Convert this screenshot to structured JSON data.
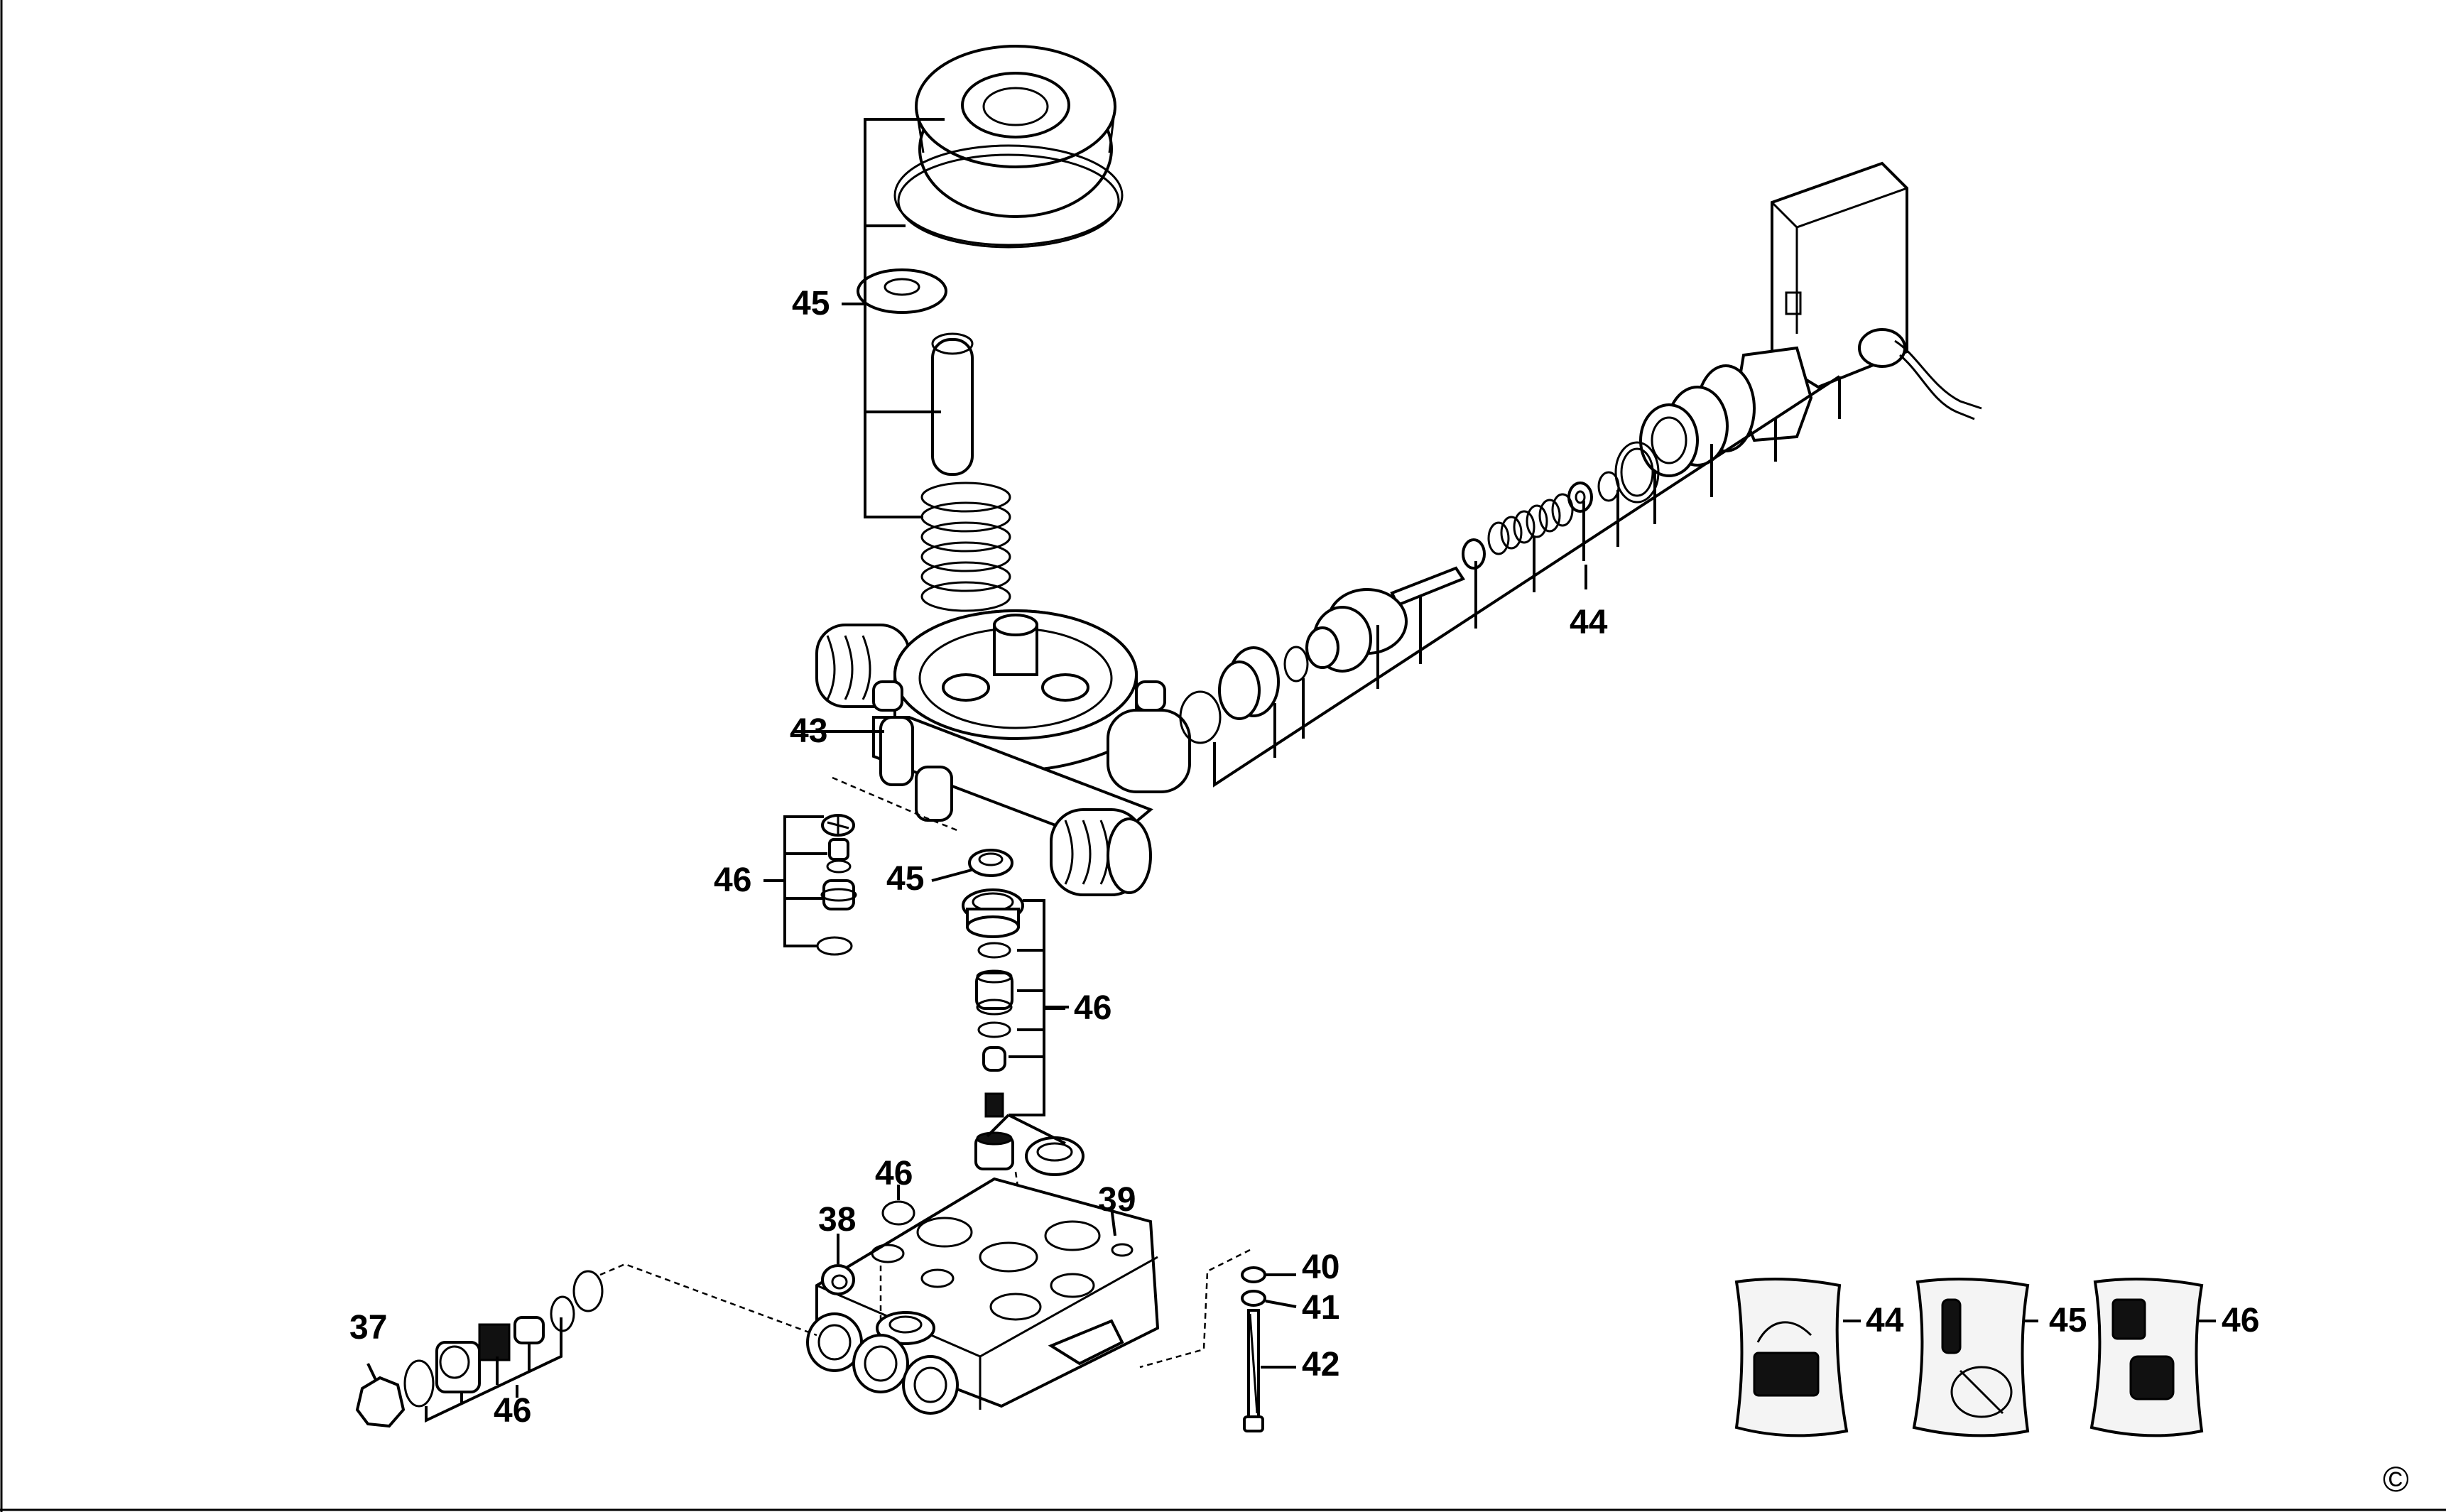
{
  "labels": {
    "p37": "37",
    "p38": "38",
    "p39": "39",
    "p40": "40",
    "p41": "41",
    "p42": "42",
    "p43": "43",
    "p44": "44",
    "p45_top": "45",
    "p45_mid": "45",
    "p46_left": "46",
    "p46_valve": "46",
    "p46_oring": "46",
    "p46_bottom": "46"
  },
  "kits": [
    {
      "label": "44",
      "icon": "seal-kit-pack-icon"
    },
    {
      "label": "45",
      "icon": "piston-kit-pack-icon"
    },
    {
      "label": "46",
      "icon": "valve-kit-pack-icon"
    }
  ],
  "copyright": "©"
}
